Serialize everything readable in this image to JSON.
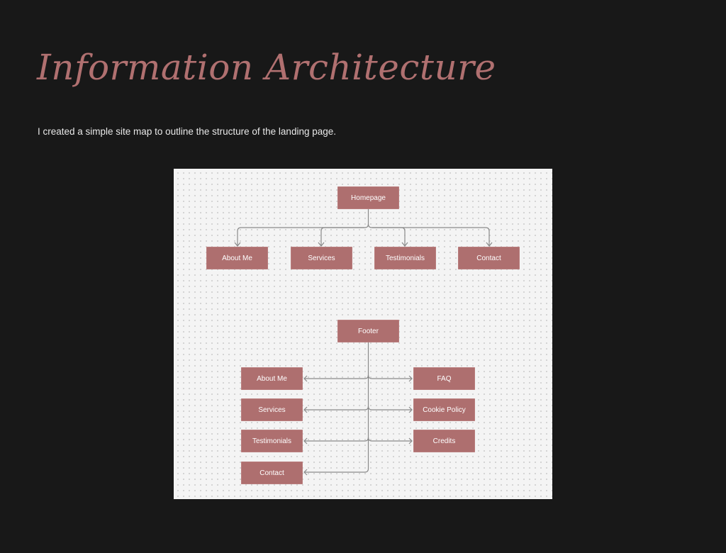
{
  "title": "Information Architecture",
  "intro": "I created a simple site map to outline the structure of the landing page.",
  "sitemap": {
    "homepage": "Homepage",
    "main_pages": [
      "About Me",
      "Services",
      "Testimonials",
      "Contact"
    ],
    "footer": "Footer",
    "footer_left": [
      "About Me",
      "Services",
      "Testimonials",
      "Contact"
    ],
    "footer_right": [
      "FAQ",
      "Cookie Policy",
      "Credits"
    ]
  },
  "colors": {
    "accent": "#ae6f6f",
    "background": "#181818",
    "canvas": "#f4f4f4"
  }
}
